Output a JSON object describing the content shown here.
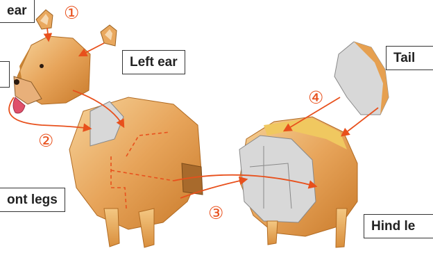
{
  "labels": {
    "right_ear": "ear",
    "left_ear": "Left ear",
    "face": "",
    "tail": "Tail",
    "front_legs": "ont legs",
    "hind_legs": "Hind le"
  },
  "steps": [
    "①",
    "②",
    "③",
    "④"
  ],
  "colors": {
    "arrow": "#e8501c",
    "fur_light": "#f2c27a",
    "fur_dark": "#c97a2a",
    "part_gray": "#d8d8d8",
    "outline": "#333333"
  }
}
